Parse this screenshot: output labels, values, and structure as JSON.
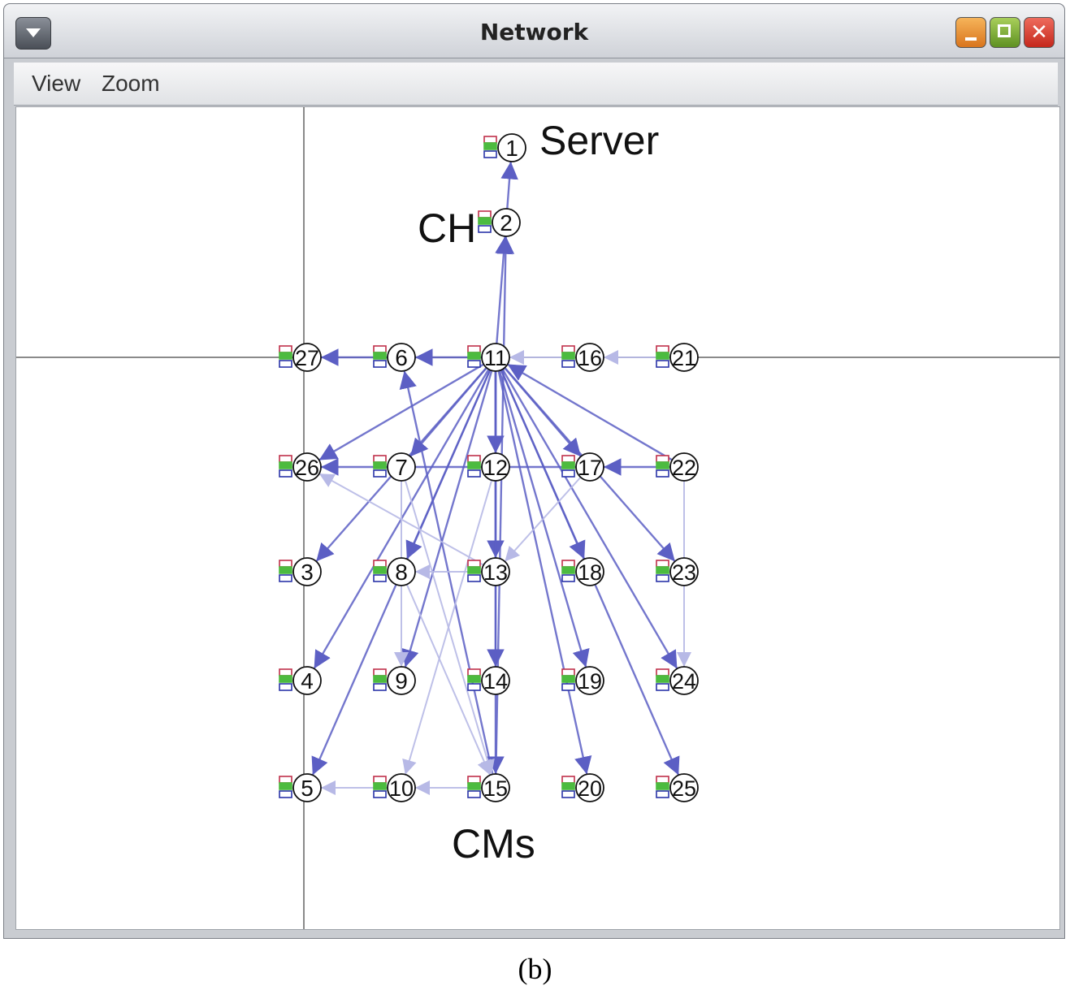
{
  "window": {
    "title": "Network",
    "menu": [
      {
        "label": "View"
      },
      {
        "label": "Zoom"
      }
    ]
  },
  "annotations": {
    "server": "Server",
    "ch": "CH",
    "cms": "CMs"
  },
  "caption": "(b)",
  "colors": {
    "edge": "#5c5fc4",
    "edge_light": "#b7b9e6",
    "crosshair": "#8a8a8a",
    "box_red": "#c0304a",
    "box_green": "#4cbb3f",
    "box_blue": "#2b35a8"
  },
  "nodes": [
    {
      "id": "1",
      "col": 3,
      "row": 0
    },
    {
      "id": "2",
      "col": 3,
      "row": 1
    },
    {
      "id": "27",
      "col": 1,
      "row": 2
    },
    {
      "id": "6",
      "col": 2,
      "row": 2
    },
    {
      "id": "11",
      "col": 3,
      "row": 2
    },
    {
      "id": "16",
      "col": 4,
      "row": 2
    },
    {
      "id": "21",
      "col": 5,
      "row": 2
    },
    {
      "id": "26",
      "col": 1,
      "row": 3
    },
    {
      "id": "7",
      "col": 2,
      "row": 3
    },
    {
      "id": "12",
      "col": 3,
      "row": 3
    },
    {
      "id": "17",
      "col": 4,
      "row": 3
    },
    {
      "id": "22",
      "col": 5,
      "row": 3
    },
    {
      "id": "3",
      "col": 1,
      "row": 4
    },
    {
      "id": "8",
      "col": 2,
      "row": 4
    },
    {
      "id": "13",
      "col": 3,
      "row": 4
    },
    {
      "id": "18",
      "col": 4,
      "row": 4
    },
    {
      "id": "23",
      "col": 5,
      "row": 4
    },
    {
      "id": "4",
      "col": 1,
      "row": 5
    },
    {
      "id": "9",
      "col": 2,
      "row": 5
    },
    {
      "id": "14",
      "col": 3,
      "row": 5
    },
    {
      "id": "19",
      "col": 4,
      "row": 5
    },
    {
      "id": "24",
      "col": 5,
      "row": 5
    },
    {
      "id": "5",
      "col": 1,
      "row": 6
    },
    {
      "id": "10",
      "col": 2,
      "row": 6
    },
    {
      "id": "15",
      "col": 3,
      "row": 6
    },
    {
      "id": "20",
      "col": 4,
      "row": 6
    },
    {
      "id": "25",
      "col": 5,
      "row": 6
    }
  ],
  "edges": [
    {
      "from": "2",
      "to": "1",
      "strong": true
    },
    {
      "from": "11",
      "to": "2",
      "strong": true
    },
    {
      "from": "15",
      "to": "2",
      "strong": true
    },
    {
      "from": "11",
      "to": "6",
      "strong": true
    },
    {
      "from": "6",
      "to": "27",
      "strong": true
    },
    {
      "from": "16",
      "to": "11",
      "strong": false
    },
    {
      "from": "21",
      "to": "16",
      "strong": false
    },
    {
      "from": "11",
      "to": "26",
      "strong": true
    },
    {
      "from": "11",
      "to": "3",
      "strong": true
    },
    {
      "from": "11",
      "to": "4",
      "strong": true
    },
    {
      "from": "11",
      "to": "5",
      "strong": true
    },
    {
      "from": "11",
      "to": "7",
      "strong": true
    },
    {
      "from": "11",
      "to": "8",
      "strong": true
    },
    {
      "from": "11",
      "to": "9",
      "strong": true
    },
    {
      "from": "11",
      "to": "12",
      "strong": true
    },
    {
      "from": "11",
      "to": "13",
      "strong": true
    },
    {
      "from": "11",
      "to": "14",
      "strong": true
    },
    {
      "from": "11",
      "to": "15",
      "strong": true
    },
    {
      "from": "11",
      "to": "17",
      "strong": true
    },
    {
      "from": "11",
      "to": "18",
      "strong": true
    },
    {
      "from": "11",
      "to": "19",
      "strong": true
    },
    {
      "from": "11",
      "to": "20",
      "strong": true
    },
    {
      "from": "11",
      "to": "23",
      "strong": true
    },
    {
      "from": "11",
      "to": "24",
      "strong": true
    },
    {
      "from": "11",
      "to": "25",
      "strong": true
    },
    {
      "from": "22",
      "to": "11",
      "strong": true
    },
    {
      "from": "22",
      "to": "17",
      "strong": true
    },
    {
      "from": "17",
      "to": "26",
      "strong": true
    },
    {
      "from": "15",
      "to": "6",
      "strong": true
    },
    {
      "from": "22",
      "to": "24",
      "strong": false
    },
    {
      "from": "13",
      "to": "26",
      "strong": false
    },
    {
      "from": "17",
      "to": "13",
      "strong": false
    },
    {
      "from": "7",
      "to": "9",
      "strong": false
    },
    {
      "from": "7",
      "to": "15",
      "strong": false
    },
    {
      "from": "8",
      "to": "15",
      "strong": false
    },
    {
      "from": "10",
      "to": "5",
      "strong": false
    },
    {
      "from": "15",
      "to": "10",
      "strong": false
    },
    {
      "from": "13",
      "to": "8",
      "strong": false
    },
    {
      "from": "12",
      "to": "10",
      "strong": false
    }
  ]
}
